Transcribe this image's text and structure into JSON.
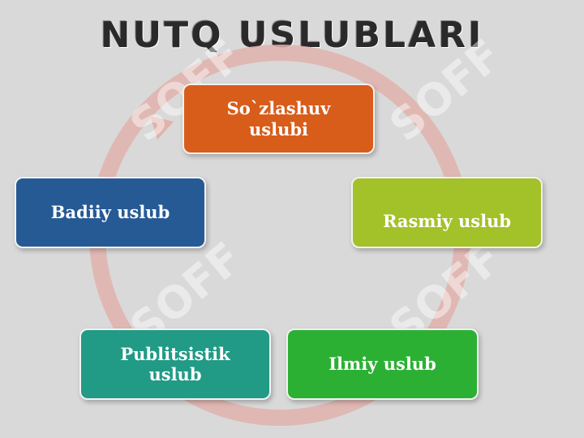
{
  "title": "NUTQ USLUBLARI",
  "nodes": [
    {
      "label": "So`zlashuv\nuslubi",
      "color": "#d85d1a"
    },
    {
      "label": "Rasmiy uslub",
      "color": "#a3c129"
    },
    {
      "label": "Ilmiy uslub",
      "color": "#2cb034"
    },
    {
      "label": "Publitsistik\nuslub",
      "color": "#219a86"
    },
    {
      "label": "Badiiy uslub",
      "color": "#265a95"
    }
  ],
  "arrow_color": "#e0b2ab",
  "watermark": "SOFF"
}
